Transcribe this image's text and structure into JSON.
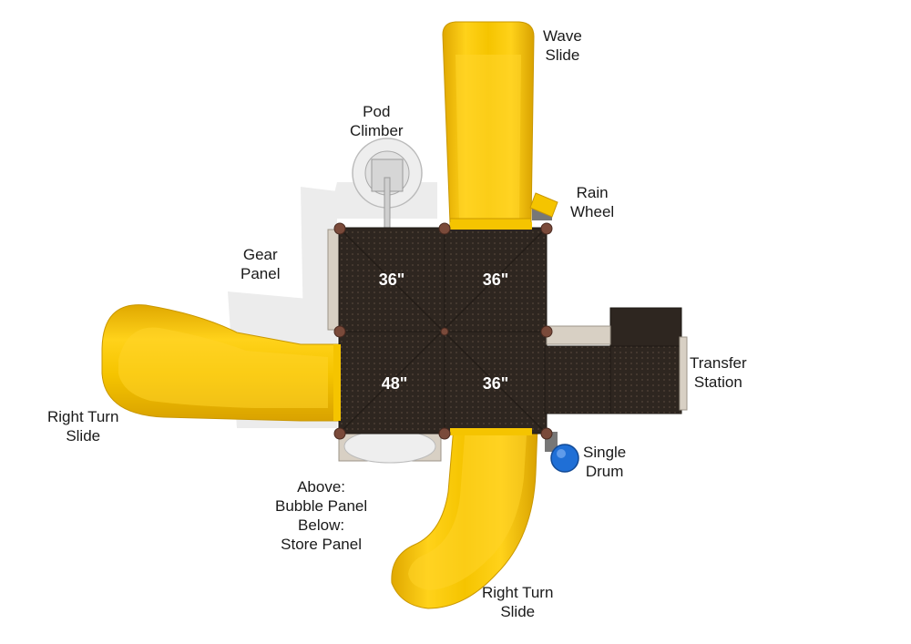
{
  "colors": {
    "slide_yellow": "#f5c400",
    "slide_shadow": "#d9a600",
    "deck_brown": "#2e2620",
    "deck_grid": "#4a3e34",
    "post_cap": "#7a4a3a",
    "drum_blue": "#1f6fd6",
    "panel_beige": "#d8d0c4",
    "ground_shadow": "#e6e6e6"
  },
  "callouts": {
    "wave_slide": [
      "Wave",
      "Slide"
    ],
    "pod_climber": [
      "Pod",
      "Climber"
    ],
    "rain_wheel": [
      "Rain",
      "Wheel"
    ],
    "gear_panel": [
      "Gear",
      "Panel"
    ],
    "transfer_station": [
      "Transfer",
      "Station"
    ],
    "right_turn_slide_left": [
      "Right Turn",
      "Slide"
    ],
    "single_drum": [
      "Single",
      "Drum"
    ],
    "bubble_store_panel": [
      "Above:",
      "Bubble Panel",
      "Below:",
      "Store Panel"
    ],
    "right_turn_slide_bottom": [
      "Right Turn",
      "Slide"
    ]
  },
  "decks": {
    "top_left": "36\"",
    "top_right": "36\"",
    "bottom_left": "48\"",
    "bottom_right": "36\""
  }
}
